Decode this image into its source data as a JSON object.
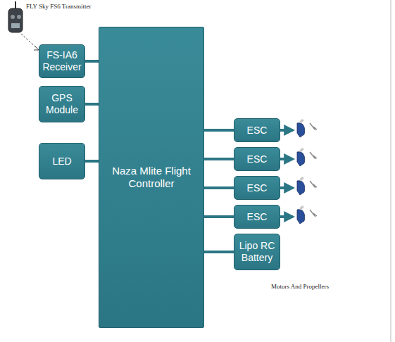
{
  "diagram": {
    "nodes": [
      {
        "text": [
          "FS-IA6 Receiver"
        ]
      },
      {
        "text": [
          "GPS Module"
        ]
      },
      {
        "text": [
          "LED"
        ]
      },
      {
        "text": [
          "Naza Mlite Flight Controller"
        ]
      },
      {
        "text": [
          "ESC"
        ]
      },
      {
        "text": [
          "ESC"
        ]
      },
      {
        "text": [
          "ESC"
        ]
      },
      {
        "text": [
          "ESC"
        ]
      },
      {
        "text": [
          "Lipo RC Battery"
        ]
      }
    ],
    "edges": [
      {
        "from": 0,
        "to": 3,
        "arrow": "none"
      },
      {
        "from": 1,
        "to": 3,
        "arrow": "none"
      },
      {
        "from": 2,
        "to": 3,
        "arrow": "none"
      },
      {
        "from": 3,
        "to": 4,
        "arrow": "none"
      },
      {
        "from": 3,
        "to": 5,
        "arrow": "none"
      },
      {
        "from": 3,
        "to": 6,
        "arrow": "none"
      },
      {
        "from": 3,
        "to": 7,
        "arrow": "none"
      },
      {
        "from": 3,
        "to": 8,
        "arrow": "none"
      }
    ],
    "labels": [
      "FLY Sky FS6 Transmitter",
      "Motors And Propellers"
    ]
  }
}
